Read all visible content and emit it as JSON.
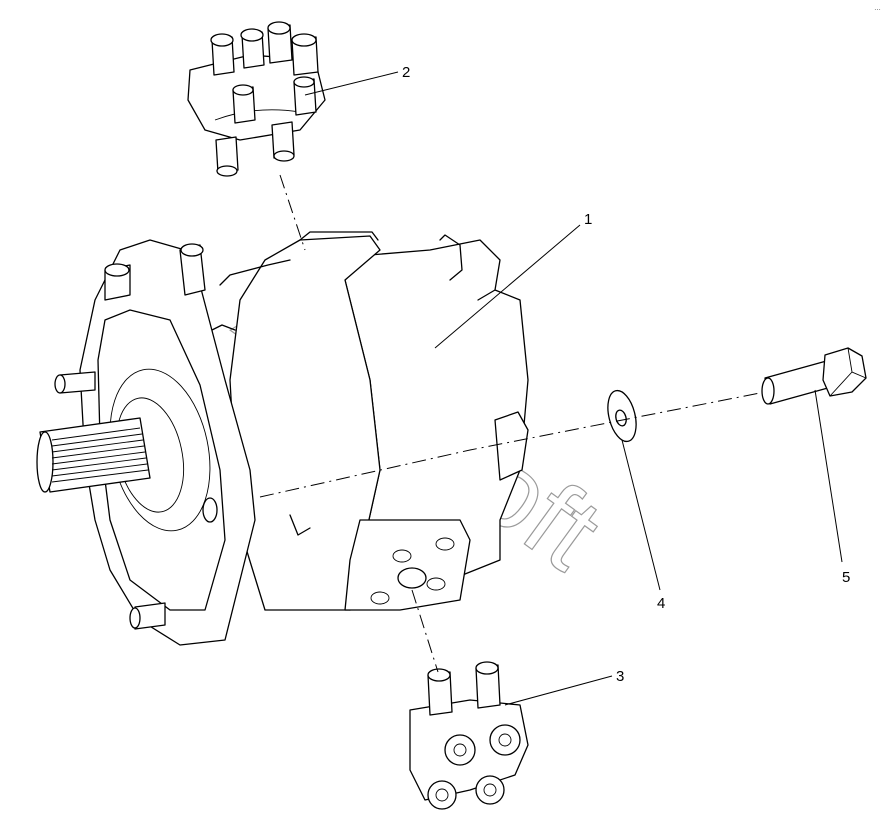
{
  "callouts": [
    {
      "id": "1",
      "label": "1"
    },
    {
      "id": "2",
      "label": "2"
    },
    {
      "id": "3",
      "label": "3"
    },
    {
      "id": "4",
      "label": "4"
    },
    {
      "id": "5",
      "label": "5"
    }
  ],
  "watermark": "AutoSoft",
  "corner_mark": "…"
}
